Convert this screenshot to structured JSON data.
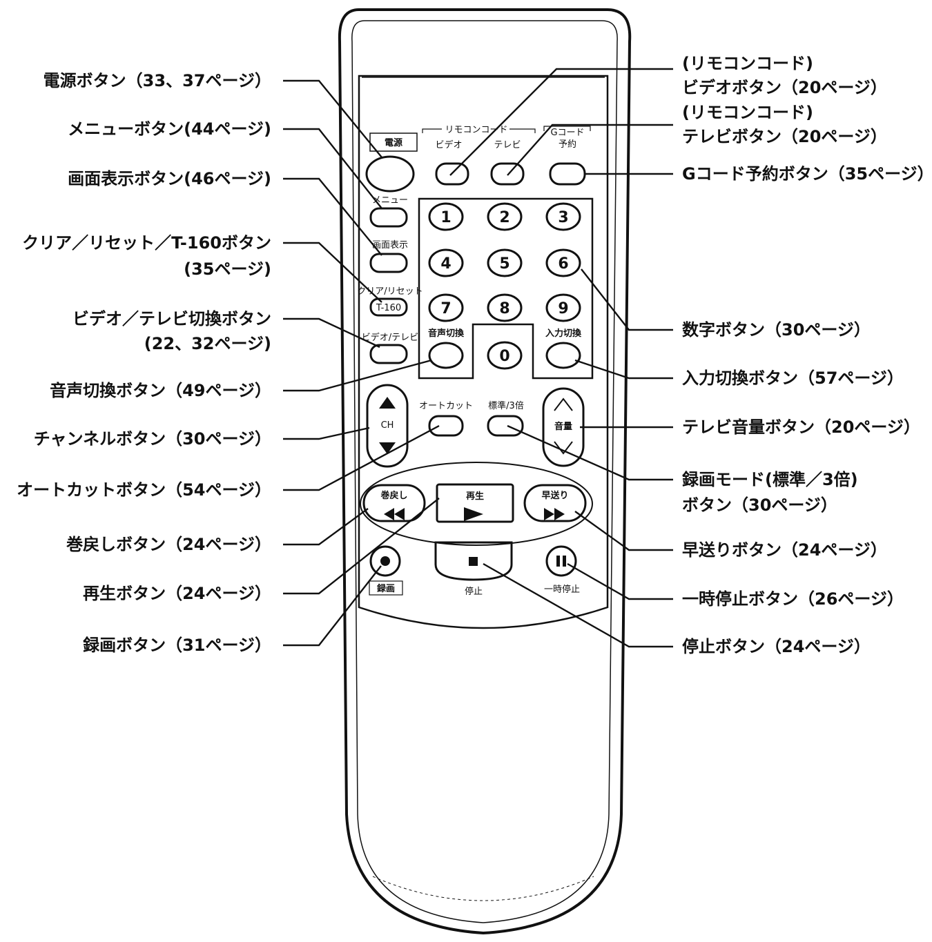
{
  "callouts_left": [
    {
      "id": "power",
      "lines": [
        "電源ボタン（33、37ページ）"
      ]
    },
    {
      "id": "menu",
      "lines": [
        "メニューボタン(44ページ)"
      ]
    },
    {
      "id": "display",
      "lines": [
        "画面表示ボタン(46ページ)"
      ]
    },
    {
      "id": "clear",
      "lines": [
        "クリア／リセット／T-160ボタン",
        "(35ページ)"
      ]
    },
    {
      "id": "vtv",
      "lines": [
        "ビデオ／テレビ切換ボタン",
        "(22、32ページ)"
      ]
    },
    {
      "id": "audio",
      "lines": [
        "音声切換ボタン（49ページ）"
      ]
    },
    {
      "id": "channel",
      "lines": [
        "チャンネルボタン（30ページ）"
      ]
    },
    {
      "id": "autocut",
      "lines": [
        "オートカットボタン（54ページ）"
      ]
    },
    {
      "id": "rewind",
      "lines": [
        "巻戻しボタン（24ページ）"
      ]
    },
    {
      "id": "play",
      "lines": [
        "再生ボタン（24ページ）"
      ]
    },
    {
      "id": "rec",
      "lines": [
        "録画ボタン（31ページ）"
      ]
    }
  ],
  "callouts_right": [
    {
      "id": "videocode",
      "lines": [
        "(リモコンコード)",
        "ビデオボタン（20ページ）"
      ]
    },
    {
      "id": "tvcode",
      "lines": [
        "(リモコンコード)",
        "テレビボタン（20ページ）"
      ]
    },
    {
      "id": "gcode",
      "lines": [
        "Gコード予約ボタン（35ページ）"
      ]
    },
    {
      "id": "digits",
      "lines": [
        "数字ボタン（30ページ）"
      ]
    },
    {
      "id": "input",
      "lines": [
        "入力切換ボタン（57ページ）"
      ]
    },
    {
      "id": "tvvol",
      "lines": [
        "テレビ音量ボタン（20ページ）"
      ]
    },
    {
      "id": "recmode",
      "lines": [
        "録画モード(標準／3倍)",
        "ボタン（30ページ）"
      ]
    },
    {
      "id": "ff",
      "lines": [
        "早送りボタン（24ページ）"
      ]
    },
    {
      "id": "pause",
      "lines": [
        "一時停止ボタン（26ページ）"
      ]
    },
    {
      "id": "stop",
      "lines": [
        "停止ボタン（24ページ）"
      ]
    }
  ],
  "remote": {
    "power": "電源",
    "remocon_code": "リモコンコード",
    "video": "ビデオ",
    "tv": "テレビ",
    "gcode_top": "Gコード",
    "gcode_bottom": "予約",
    "menu": "メニュー",
    "display": "画面表示",
    "clear": "クリア/リセット",
    "t160": "T-160",
    "vtv": "ビデオ/テレビ",
    "audio": "音声切換",
    "input": "入力切換",
    "digits": [
      "1",
      "2",
      "3",
      "4",
      "5",
      "6",
      "7",
      "8",
      "9",
      "0"
    ],
    "ch_label": "CH",
    "autocut": "オートカット",
    "recmode": "標準/3倍",
    "volume": "音量",
    "rewind": "巻戻し",
    "play": "再生",
    "ff": "早送り",
    "rec": "録画",
    "stop": "停止",
    "pause": "一時停止"
  }
}
